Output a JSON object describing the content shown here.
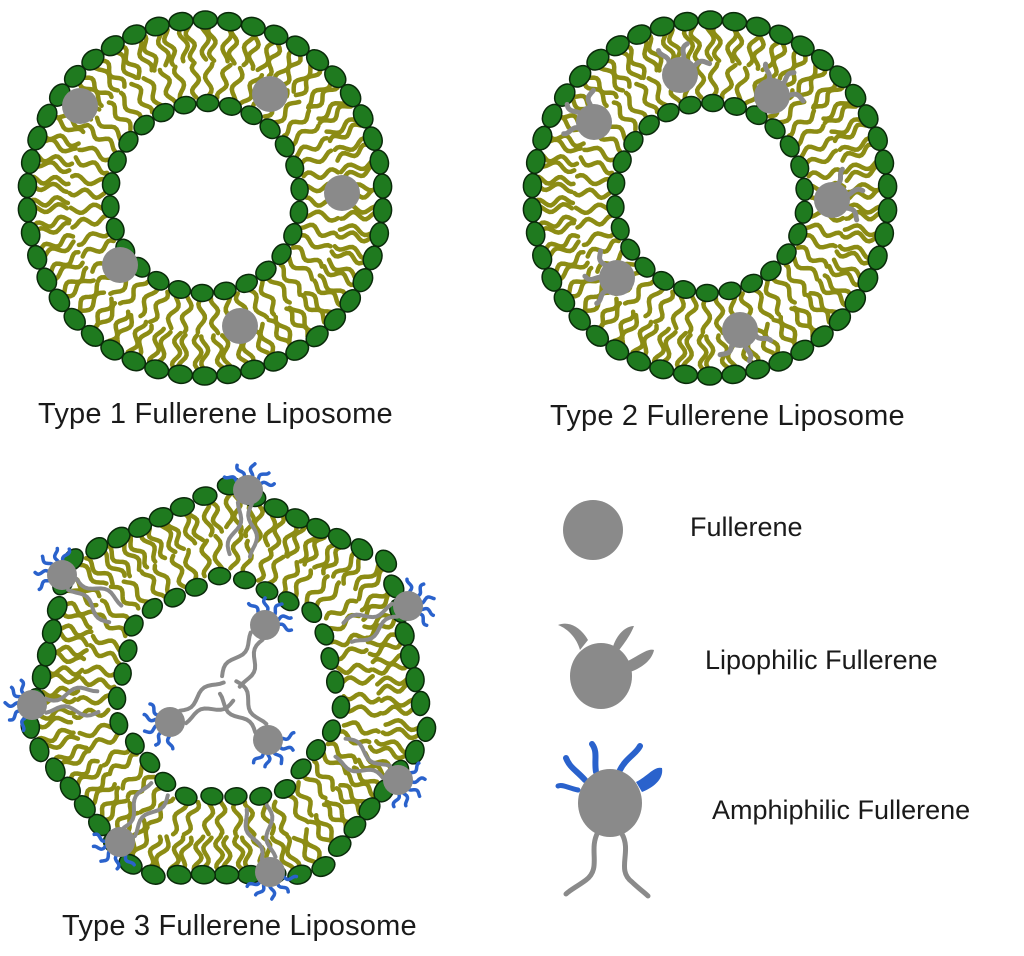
{
  "captions": {
    "type1": "Type 1 Fullerene Liposome",
    "type2": "Type 2 Fullerene Liposome",
    "type3": "Type 3 Fullerene Liposome"
  },
  "legend": {
    "fullerene": "Fullerene",
    "lipophilic": "Lipophilic Fullerene",
    "amphiphilic": "Amphiphilic Fullerene"
  },
  "colors": {
    "head": "#1f7a1f",
    "head_stroke": "#0a2a0a",
    "tail": "#8c8c14",
    "fullerene": "#8a8a8a",
    "arm": "#8a8a8a",
    "hydrophilic": "#2a62cc"
  }
}
